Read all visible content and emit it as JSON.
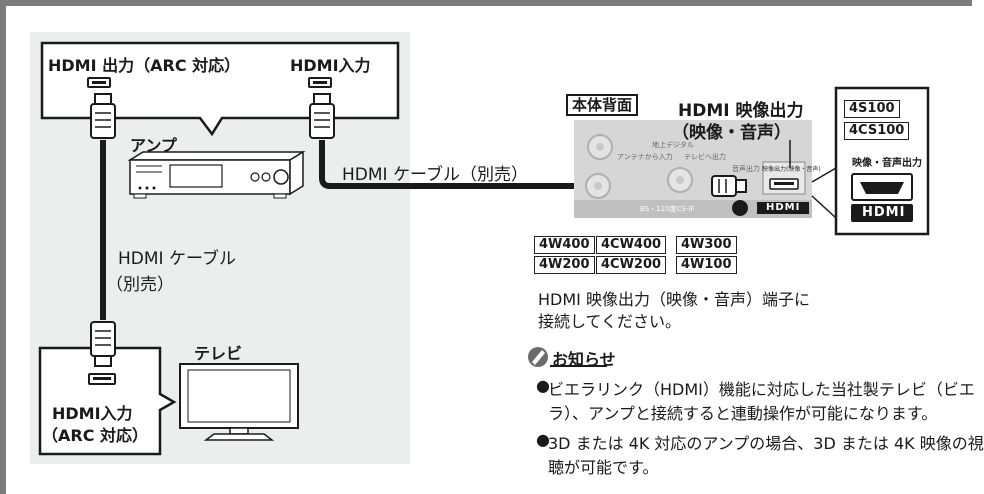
{
  "amp_box": {
    "hdmi_out_label": "HDMI 出力（ARC 対応）",
    "hdmi_in_label": "HDMI入力"
  },
  "amp_label": "アンプ",
  "cable_label_top": "HDMI ケーブル（別売）",
  "cable_label_left_1": "HDMI ケーブル",
  "cable_label_left_2": "（別売）",
  "tv_label": "テレビ",
  "tv_box": {
    "line1": "HDMI入力",
    "line2": "（ARC 対応）"
  },
  "rear_panel_title": "本体背面",
  "rear_output_label_1": "HDMI 映像出力",
  "rear_output_label_2": "（映像・音声）",
  "panel_small_labels": {
    "terrestrial": "地上デジタル",
    "antenna_in": "アンテナから入力",
    "tv_out": "テレビへ出力",
    "audio_out": "音声出力",
    "bs_cs": "BS・110度CS-IF",
    "video_out": "映像出力(映像・音声)",
    "hdmi_logo": "HDMI"
  },
  "right_models": [
    "4S100",
    "4CS100"
  ],
  "right_port_label": "映像・音声出力",
  "right_logo": "HDMI",
  "model_rows": [
    [
      "4W400",
      "4CW400",
      "4W300"
    ],
    [
      "4W200",
      "4CW200",
      "4W100"
    ]
  ],
  "connect_note_1": "HDMI 映像出力（映像・音声）端子に",
  "connect_note_2": "接続してください。",
  "notice": {
    "title": "お知らせ",
    "items": [
      [
        "ビエラリンク（HDMI）機能に対応した当社製テレビ（ビエ",
        "ラ）、アンプと接続すると連動操作が可能になります。"
      ],
      [
        "3D または 4K 対応のアンプの場合、3D または 4K 映像の視",
        "聴が可能です。"
      ]
    ]
  },
  "colors": {
    "frame": "#7c7c7c",
    "diagram_bg": "#eceeed",
    "panel_bg": "#d6d6d6",
    "cable": "#1a1a1a"
  }
}
